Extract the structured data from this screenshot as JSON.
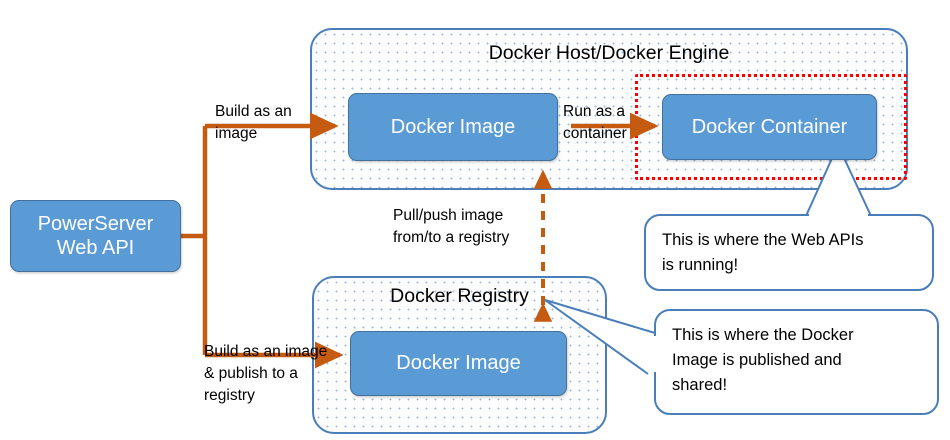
{
  "diagram": {
    "title_hidden": "",
    "colors": {
      "box_fill": "#5B9BD5",
      "box_border": "#41719C",
      "group_border": "#4A7EBB",
      "arrow_orange": "#C55A11",
      "highlight_red": "#FF0000",
      "callout_border": "#4A7EBB",
      "text_dark": "#000000",
      "text_light": "#FFFFFF"
    }
  },
  "nodes": {
    "powerserver": {
      "label": "PowerServer\nWeb API",
      "line1": "PowerServer",
      "line2": "Web API"
    },
    "docker_host": {
      "title": "Docker Host/Docker Engine"
    },
    "docker_image_host": {
      "label": "Docker Image"
    },
    "docker_container": {
      "label": "Docker Container"
    },
    "docker_registry": {
      "title": "Docker Registry"
    },
    "docker_image_registry": {
      "label": "Docker Image"
    }
  },
  "edges": {
    "build_as_image": {
      "label": "Build as an\nimage"
    },
    "run_as_container": {
      "label": "Run as a\ncontainer"
    },
    "pull_push": {
      "label": "Pull/push image\nfrom/to a registry"
    },
    "build_and_publish": {
      "label": "Build as an image\n& publish to a\nregistry"
    }
  },
  "callouts": {
    "web_api_running": {
      "text": "This is where the Web APIs\nis running!"
    },
    "image_published": {
      "text": "This is where the Docker\nImage is published and\nshared!"
    }
  }
}
